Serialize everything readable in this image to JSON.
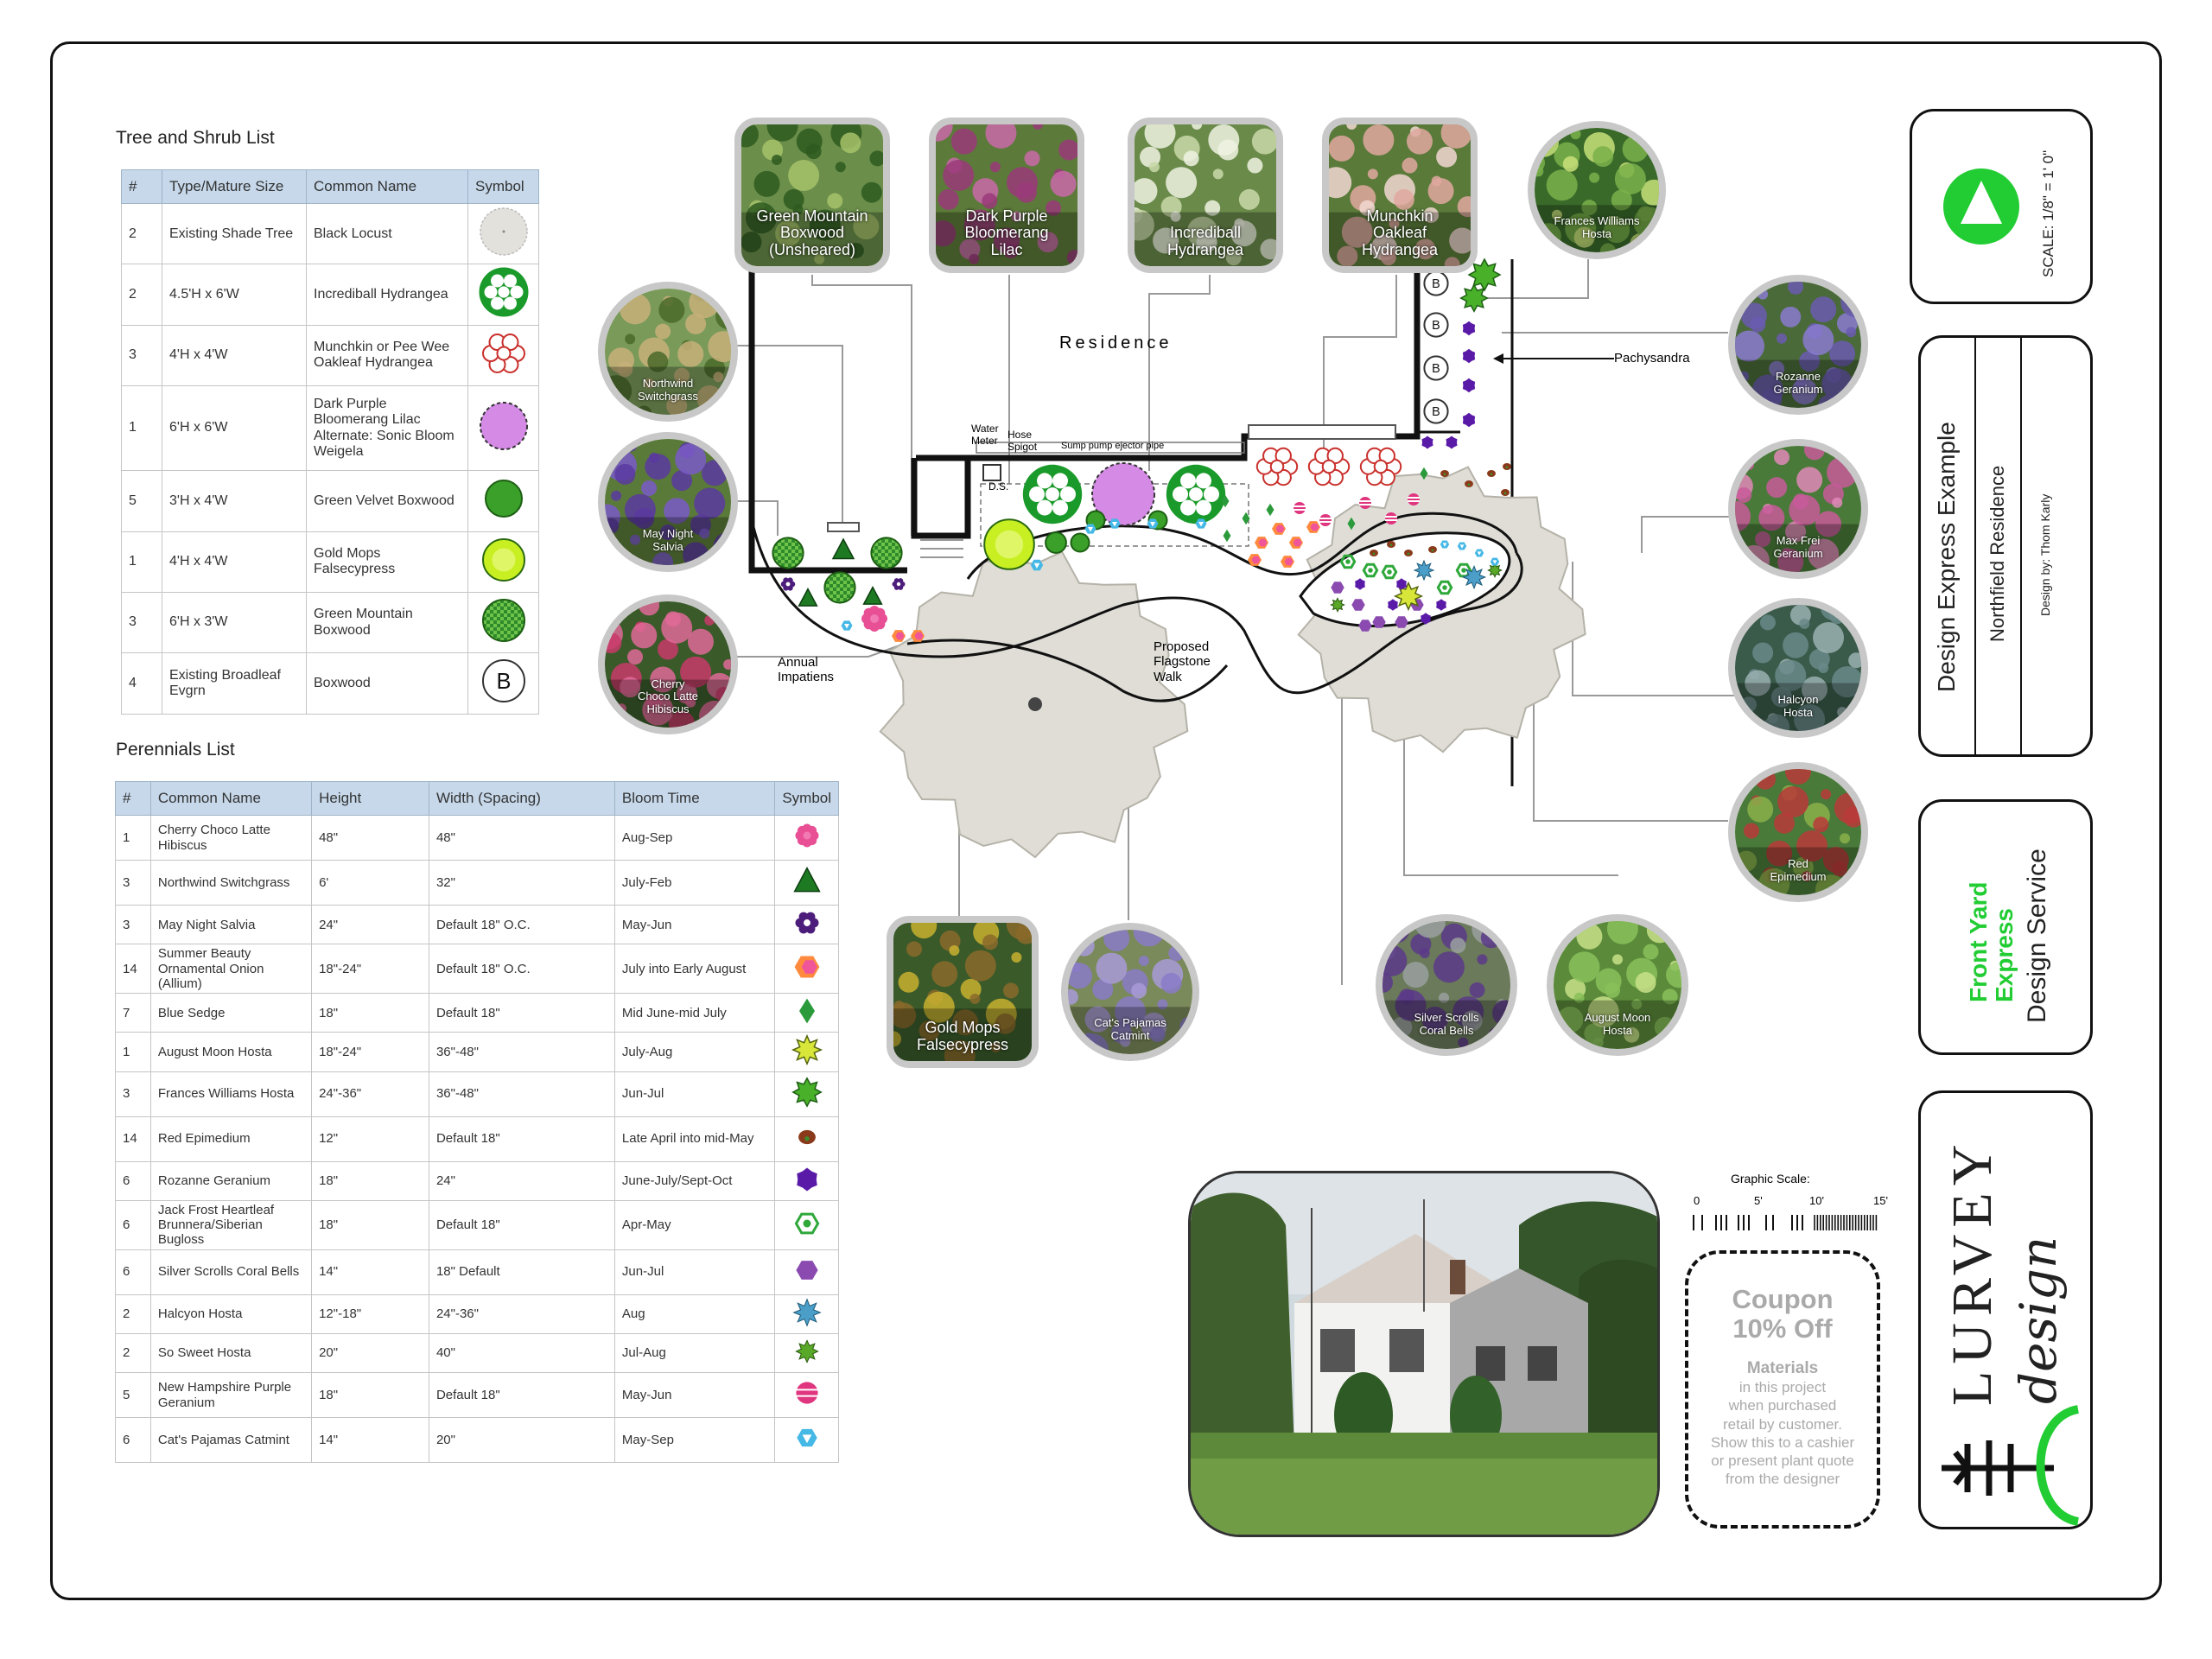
{
  "tree_shrub_list": {
    "title": "Tree and Shrub List",
    "headers": [
      "#",
      "Type/Mature Size",
      "Common Name",
      "Symbol"
    ],
    "rows": [
      {
        "qty": "2",
        "type": "Existing Shade Tree",
        "name": "Black Locust",
        "symbol": "shade-tree-icon"
      },
      {
        "qty": "2",
        "type": "4.5'H x 6'W",
        "name": "Incrediball Hydrangea",
        "symbol": "green-flower-cluster-icon"
      },
      {
        "qty": "3",
        "type": "4'H x 4'W",
        "name": "Munchkin or Pee Wee Oakleaf Hydrangea",
        "symbol": "red-flower-cluster-icon"
      },
      {
        "qty": "1",
        "type": "6'H x 6'W",
        "name": "Dark Purple Bloomerang Lilac Alternate: Sonic Bloom Weigela",
        "symbol": "lilac-dashed-circle-icon"
      },
      {
        "qty": "5",
        "type": "3'H x 4'W",
        "name": "Green Velvet Boxwood",
        "symbol": "green-circle-icon"
      },
      {
        "qty": "1",
        "type": "4'H x 4'W",
        "name": "Gold Mops Falsecypress",
        "symbol": "yellow-circle-icon"
      },
      {
        "qty": "3",
        "type": "6'H x 3'W",
        "name": "Green Mountain Boxwood",
        "symbol": "checkered-green-circle-icon"
      },
      {
        "qty": "4",
        "type": "Existing Broadleaf Evgrn",
        "name": "Boxwood",
        "symbol": "b-circle-icon"
      }
    ]
  },
  "perennials_list": {
    "title": "Perennials List",
    "headers": [
      "#",
      "Common Name",
      "Height",
      "Width (Spacing)",
      "Bloom Time",
      "Symbol"
    ],
    "rows": [
      {
        "qty": "1",
        "name": "Cherry Choco Latte Hibiscus",
        "height": "48\"",
        "width": "48\"",
        "bloom": "Aug-Sep",
        "symbol": "pink-flower-icon"
      },
      {
        "qty": "3",
        "name": "Northwind Switchgrass",
        "height": "6'",
        "width": "32\"",
        "bloom": "July-Feb",
        "symbol": "green-triangle-icon"
      },
      {
        "qty": "3",
        "name": "May Night Salvia",
        "height": "24\"",
        "width": "Default 18\" O.C.",
        "bloom": "May-Jun",
        "symbol": "purple-flower-icon"
      },
      {
        "qty": "14",
        "name": "Summer Beauty Ornamental Onion (Allium)",
        "height": "18\"-24\"",
        "width": "Default 18\" O.C.",
        "bloom": "July into Early August",
        "symbol": "orange-pink-hexagon-icon"
      },
      {
        "qty": "7",
        "name": "Blue Sedge",
        "height": "18\"",
        "width": "Default 18\"",
        "bloom": "Mid June-mid July",
        "symbol": "green-diamond-icon"
      },
      {
        "qty": "1",
        "name": "August Moon Hosta",
        "height": "18\"-24\"",
        "width": "36\"-48\"",
        "bloom": "July-Aug",
        "symbol": "yellow-star-icon"
      },
      {
        "qty": "3",
        "name": "Frances Williams Hosta",
        "height": "24\"-36\"",
        "width": "36\"-48\"",
        "bloom": "Jun-Jul",
        "symbol": "green-star-icon"
      },
      {
        "qty": "14",
        "name": "Red Epimedium",
        "height": "12\"",
        "width": "Default 18\"",
        "bloom": "Late April into mid-May",
        "symbol": "brown-leaf-icon"
      },
      {
        "qty": "6",
        "name": "Rozanne Geranium",
        "height": "18\"",
        "width": "24\"",
        "bloom": "June-July/Sept-Oct",
        "symbol": "purple-blob-icon"
      },
      {
        "qty": "6",
        "name": "Jack Frost Heartleaf Brunnera/Siberian Bugloss",
        "height": "18\"",
        "width": "Default 18\"",
        "bloom": "Apr-May",
        "symbol": "green-hexagon-icon"
      },
      {
        "qty": "6",
        "name": "Silver Scrolls Coral Bells",
        "height": "14\"",
        "width": "18\" Default",
        "bloom": "Jun-Jul",
        "symbol": "violet-hexagon-icon"
      },
      {
        "qty": "2",
        "name": "Halcyon Hosta",
        "height": "12\"-18\"",
        "width": "24\"-36\"",
        "bloom": "Aug",
        "symbol": "blue-star-icon"
      },
      {
        "qty": "2",
        "name": "So Sweet Hosta",
        "height": "20\"",
        "width": "40\"",
        "bloom": "Jul-Aug",
        "symbol": "green-small-star-icon"
      },
      {
        "qty": "5",
        "name": "New Hampshire Purple Geranium",
        "height": "18\"",
        "width": "Default 18\"",
        "bloom": "May-Jun",
        "symbol": "magenta-striped-circle-icon"
      },
      {
        "qty": "6",
        "name": "Cat's Pajamas Catmint",
        "height": "14\"",
        "width": "20\"",
        "bloom": "May-Sep",
        "symbol": "blue-shield-icon"
      }
    ]
  },
  "plan": {
    "residence": "Residence",
    "pachysandra": "Pachysandra",
    "water_meter": "Water\nMeter",
    "hose_spigot": "Hose\nSpigot",
    "sump": "Sump pump ejector pipe",
    "ds": "D.S.",
    "annual": "Annual\nImpatiens",
    "walk": "Proposed\nFlagstone\nWalk",
    "boxwood_letter": "B"
  },
  "photo_labels": {
    "green_mountain": "Green Mountain\nBoxwood\n(Unsheared)",
    "lilac": "Dark Purple\nBloomerang\nLilac",
    "incrediball": "Incrediball\nHydrangea",
    "munchkin": "Munchkin\nOakleaf\nHydrangea",
    "frances": "Frances Williams\nHosta",
    "northwind": "Northwind\nSwitchgrass",
    "rozanne": "Rozanne\nGeranium",
    "maynight": "May Night\nSalvia",
    "maxfrei": "Max Frei\nGeranium",
    "cherry": "Cherry\nChoco Latte\nHibiscus",
    "halcyon": "Halcyon\nHosta",
    "redepi": "Red\nEpimedium",
    "goldmops": "Gold Mops\nFalsecypress",
    "catspj": "Cat's Pajamas\nCatmint",
    "silver": "Silver Scrolls\nCoral Bells",
    "augmoon": "August Moon\nHosta"
  },
  "title_block": {
    "scale": "SCALE: 1/8\" = 1' 0\"",
    "project": "Design Express Example",
    "residence": "Northfield Residence",
    "designer": "Design by:  Thom Karly",
    "service_green": "Front Yard\nExpress",
    "service_black": "Design Service",
    "logo_word": "LURVEY",
    "logo_script": "design"
  },
  "graphic_scale": {
    "label": "Graphic Scale:",
    "ticks": [
      "0",
      "5'",
      "10'",
      "15'"
    ]
  },
  "coupon": {
    "title": "Coupon\n10% Off",
    "materials": "Materials",
    "body": "in this project\nwhen purchased\nretail by customer.\nShow this to a cashier\nor present plant quote\nfrom the designer"
  },
  "colors": {
    "accent_green": "#22cc33",
    "table_header": "#c6d8ea",
    "tree_canopy": "#dfddd6",
    "boxwood_green": "#3aa02a",
    "hydrangea_red": "#c9302c",
    "lilac": "#d58be6"
  }
}
